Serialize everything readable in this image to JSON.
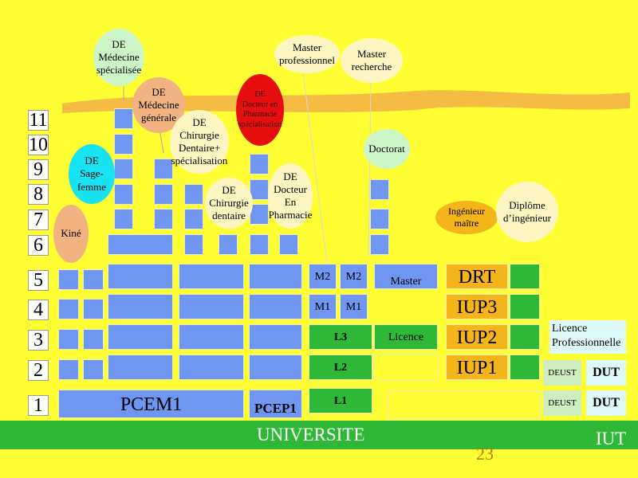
{
  "years": [
    "11",
    "10",
    "9",
    "8",
    "7",
    "6",
    "5",
    "4",
    "3",
    "2",
    "1"
  ],
  "labels": {
    "pcem1": "PCEM1",
    "pcep1": "PCEP1",
    "m2": "M2",
    "m1": "M1",
    "master": "Master",
    "l3": "L3",
    "licence": "Licence",
    "l2": "L2",
    "l1": "L1",
    "drt": "DRT",
    "iup3": "IUP3",
    "iup2": "IUP2",
    "iup1": "IUP1",
    "licence_pro": "Licence\n Professionnelle",
    "deust": "DEUST",
    "dut": "DUT",
    "universite": "UNIVERSITE",
    "iut": "IUT"
  },
  "bubbles": [
    "DE\nMédecine\nspécialisée",
    "DE\nMédecine\ngénérale",
    "DE\nChirurgie\nDentaire+\nspécialisation",
    "DE\nDocteur en\nPharmacie\nspécialisation",
    "DE\nSage-\nfemme",
    "Kiné",
    "DE\nChirurgie\ndentaire",
    "DE\nDocteur\nEn\nPharmacie",
    "Master\nprofessionnel",
    "Master\nrecherche",
    "Doctorat",
    "Ingénieur\nmaître",
    "Diplôme\nd’ingénieur"
  ],
  "slide_number": "23",
  "colors": {
    "background": "#ffff33",
    "track_blue": "#6f97f2",
    "track_green": "#2fb837",
    "track_orange": "#f4b41a"
  }
}
